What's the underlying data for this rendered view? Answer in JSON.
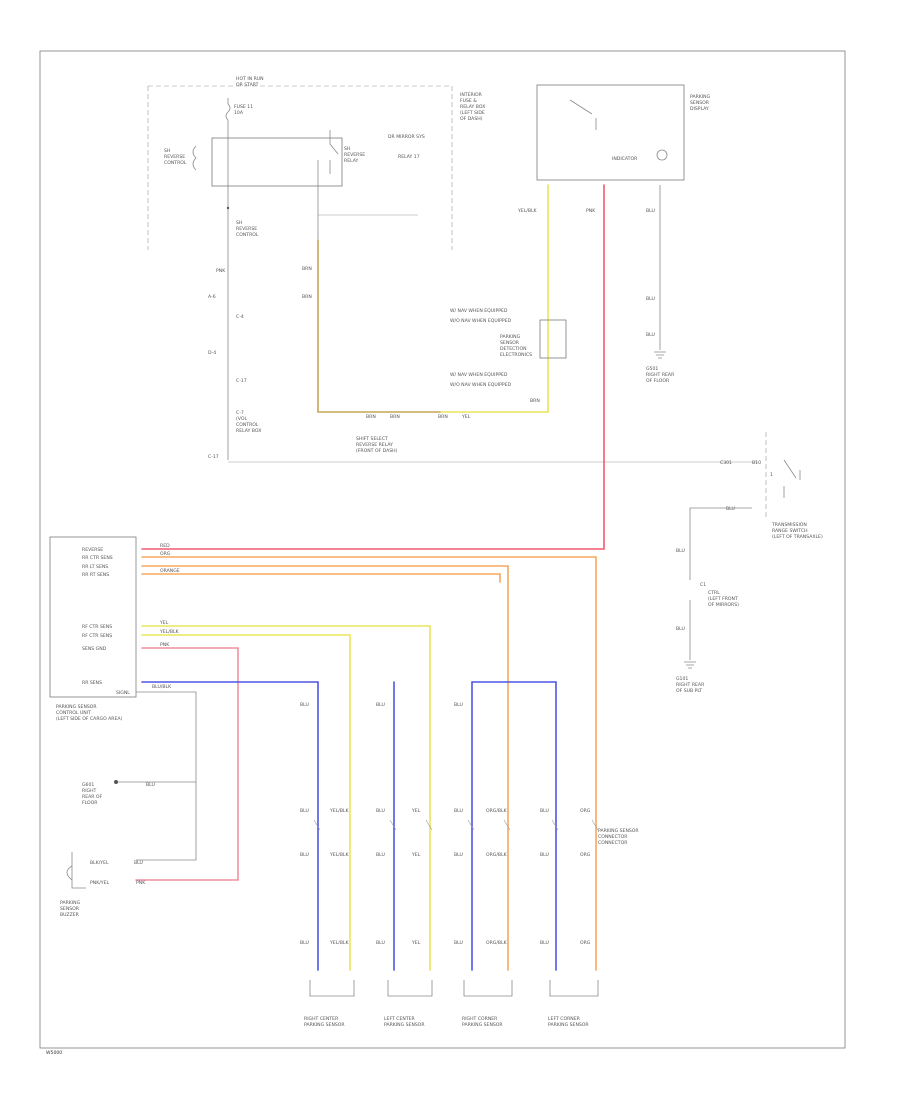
{
  "diagram": {
    "footer_code": "W5000",
    "colors": {
      "red": "#f45a6e",
      "pink": "#f08fa0",
      "orange": "#f7a85c",
      "yellow": "#e9e55a",
      "yellow_dark": "#c9c431",
      "blue": "#4f55e6",
      "black": "#555555",
      "gray": "#8a8a8a"
    },
    "fuse_box": {
      "title_l1": "HOT IN RUN",
      "title_l2": "OR START",
      "fuse_l1": "FUSE 11",
      "fuse_l2": "10A",
      "relay_coil_l1": "SH",
      "relay_coil_l2": "REVERSE",
      "relay_coil_l3": "CONTROL",
      "relay_sw_l1": "SH",
      "relay_sw_l2": "REVERSE",
      "relay_sw_l3": "RELAY",
      "relay_top_label": "DR MIRROR SYS",
      "relay_sub_label": "RELAY 17",
      "side_l1": "INTERIOR",
      "side_l2": "FUSE &",
      "side_l3": "RELAY BOX",
      "side_l4": "(LEFT SIDE",
      "side_l5": "OF DASH)",
      "sh_l1": "SH",
      "sh_l2": "REVERSE",
      "sh_l3": "CONTROL"
    },
    "left_col": {
      "w1": "PNK",
      "c1": "A-6",
      "c2": "C-4",
      "c3": "D-4",
      "c4": "C-17",
      "j1": "C-7",
      "j2": "(VOL",
      "j3": "CONTROL",
      "j4": "RELAY BOX",
      "j5": "C-17"
    },
    "mid_col": {
      "w1": "BRN",
      "w2": "BRN",
      "bottom_wires": [
        "BRN",
        "BRN",
        "BRN",
        "YEL"
      ],
      "ground_l1": "SHIFT SELECT",
      "ground_l2": "REVERSE RELAY",
      "ground_l3": "(FRONT OF DASH)"
    },
    "switch_box": {
      "l1": "PARKING",
      "l2": "SENSOR",
      "l3": "DISPLAY",
      "l4": "INDICATOR",
      "w1": "YEL/BLK",
      "w2": "PNK",
      "w3": "BLU"
    },
    "detector": {
      "line1": "W/ NAV WHEN EQUIPPED",
      "line2": "W/O NAV WHEN EQUIPPED",
      "box_l1": "PARKING",
      "box_l2": "SENSOR",
      "box_l3": "DETECTION",
      "box_l4": "ELECTRONICS",
      "line3": "W/ NAV WHEN EQUIPPED",
      "line4": "W/O NAV WHEN EQUIPPED",
      "w1": "BRN"
    },
    "ground_right": {
      "w1": "BLU",
      "w2": "BLU",
      "l1": "G501",
      "l2": "RIGHT REAR",
      "l3": "OF FLOOR"
    },
    "transmission": {
      "c1": "C301",
      "c2": "B10",
      "pin": "1",
      "w1": "BLU",
      "l1": "TRANSMISSION",
      "l2": "RANGE SWITCH",
      "l3": "(LEFT OF TRANSAXLE)",
      "w2": "BLU",
      "j1": "C1",
      "j2": "CTRL",
      "j3": "(LEFT FRONT",
      "j4": "OF MIRRORS)",
      "w3": "BLU",
      "g1": "G101",
      "g2": "RIGHT REAR",
      "g3": "OF SUB PLT"
    },
    "module": {
      "pins": [
        "REVERSE",
        "RR CTR SENS",
        "RR LT SENS",
        "RR RT SENS",
        "RF CTR SENS",
        "RF CTR SENS",
        "SENS GND",
        "RR SENS",
        "SIGNL"
      ],
      "title_l1": "PARKING SENSOR",
      "title_l2": "CONTROL UNIT",
      "title_l3": "(LEFT SIDE OF CARGO AREA)",
      "wires": [
        "RED",
        "ORG",
        "ORANGE",
        "YEL",
        "YEL/BLK",
        "PNK",
        "BLU/BLK"
      ]
    },
    "module_ground": {
      "w1": "BLU",
      "l1": "G601",
      "l2": "RIGHT",
      "l3": "REAR OF",
      "l4": "FLOOR"
    },
    "buzzer": {
      "w1": "BLK/YEL",
      "w2": "BLU",
      "w3": "PNK/YEL",
      "w4": "PNK",
      "l1": "PARKING",
      "l2": "SENSOR",
      "l3": "BUZZER"
    },
    "sensors": [
      {
        "top": "BLU",
        "mid1": "BLU",
        "mid2": "YEL/BLK",
        "low1": "BLU",
        "low2": "YEL/BLK",
        "bot1": "BLU",
        "bot2": "YEL/BLK",
        "l1": "RIGHT CENTER",
        "l2": "PARKING SENSOR"
      },
      {
        "top": "BLU",
        "mid1": "BLU",
        "mid2": "YEL",
        "low1": "BLU",
        "low2": "YEL",
        "bot1": "BLU",
        "bot2": "YEL",
        "l1": "LEFT CENTER",
        "l2": "PARKING SENSOR"
      },
      {
        "top": "BLU",
        "mid1": "BLU",
        "mid2": "ORG/BLK",
        "low1": "BLU",
        "low2": "ORG/BLK",
        "bot1": "BLU",
        "bot2": "ORG/BLK",
        "l1": "RIGHT CORNER",
        "l2": "PARKING SENSOR"
      },
      {
        "top": "",
        "mid1": "BLU",
        "mid2": "ORG",
        "low1": "BLU",
        "low2": "ORG",
        "bot1": "BLU",
        "bot2": "ORG",
        "l1": "LEFT CORNER",
        "l2": "PARKING SENSOR"
      }
    ],
    "sensor_connector": {
      "l1": "PARKING SENSOR",
      "l2": "CONNECTOR",
      "l3": "CONNECTOR"
    }
  }
}
